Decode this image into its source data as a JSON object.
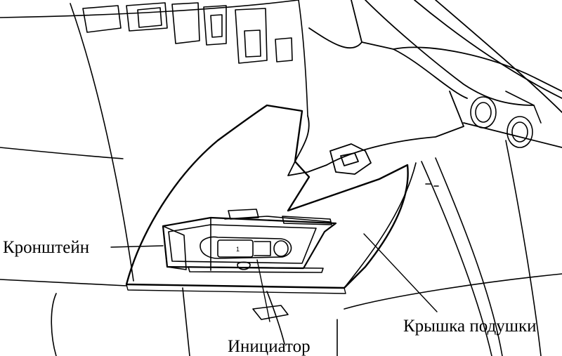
{
  "labels": {
    "bracket": "Кронштейн",
    "initiator": "Инициатор",
    "airbag_cover": "Крышка подушки"
  },
  "style": {
    "line_color": "#000000",
    "background": "#ffffff"
  }
}
